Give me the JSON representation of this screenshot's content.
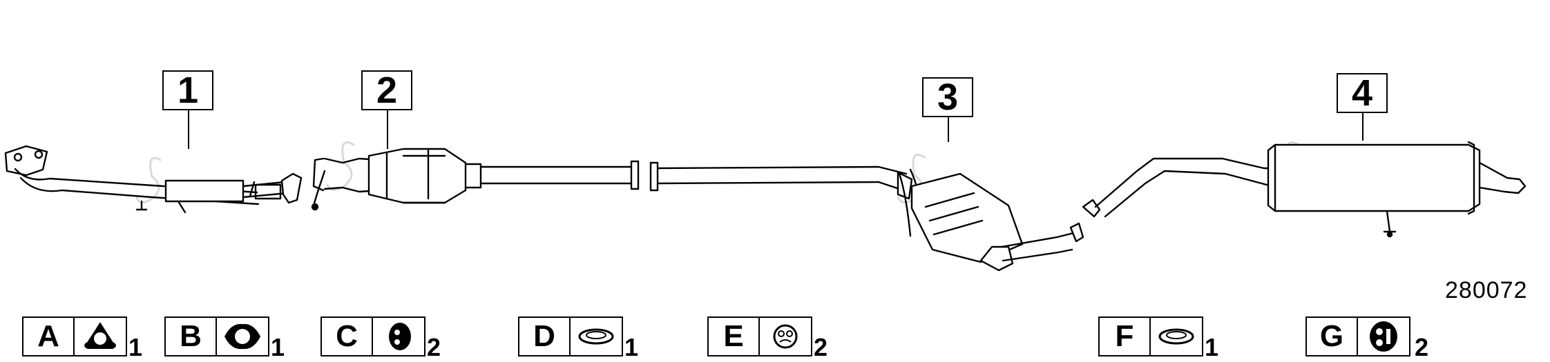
{
  "callouts": [
    {
      "number": "1",
      "part": "front-pipe"
    },
    {
      "number": "2",
      "part": "catalytic-converter"
    },
    {
      "number": "3",
      "part": "center-silencer"
    },
    {
      "number": "4",
      "part": "rear-silencer"
    }
  ],
  "legend": [
    {
      "letter": "A",
      "icon": "three-bolt-flange-gasket-icon",
      "qty": "1"
    },
    {
      "letter": "B",
      "icon": "two-bolt-flange-gasket-icon",
      "qty": "1"
    },
    {
      "letter": "C",
      "icon": "rubber-mount-icon",
      "qty": "2"
    },
    {
      "letter": "D",
      "icon": "ring-gasket-icon",
      "qty": "1"
    },
    {
      "letter": "E",
      "icon": "rubber-hanger-icon",
      "qty": "2"
    },
    {
      "letter": "F",
      "icon": "ring-gasket-icon",
      "qty": "1"
    },
    {
      "letter": "G",
      "icon": "rubber-mount-icon",
      "qty": "2"
    }
  ],
  "diagram_code": "280072",
  "colors": {
    "line": "#000000",
    "fill": "#ffffff",
    "watermark": "#d9d9d9"
  }
}
